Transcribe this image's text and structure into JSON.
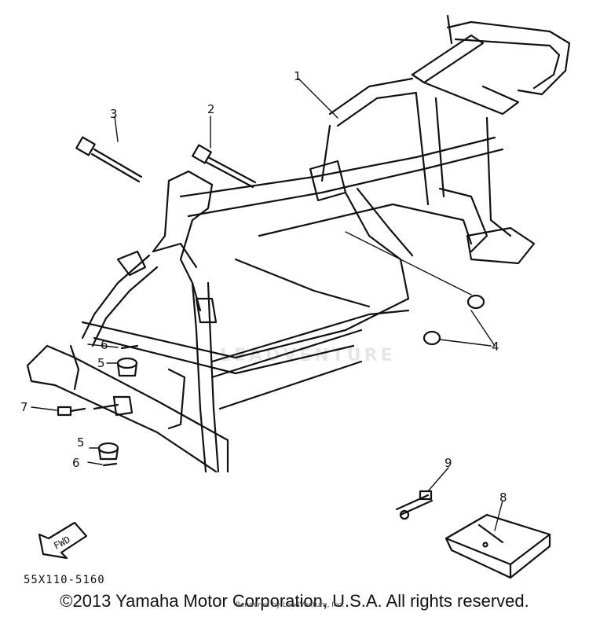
{
  "diagram": {
    "callouts": [
      "1",
      "2",
      "3",
      "4",
      "5",
      "5",
      "6",
      "6",
      "7",
      "8",
      "9"
    ],
    "direction_marker": "FWD",
    "part_code": "55X110-5160"
  },
  "footer": {
    "copyright": "©2013 Yamaha Motor Corporation, U.S.A. All rights reserved.",
    "rendered_by": "Rendered by LeadVenture, Inc.",
    "watermark": "LEADVENTURE"
  }
}
